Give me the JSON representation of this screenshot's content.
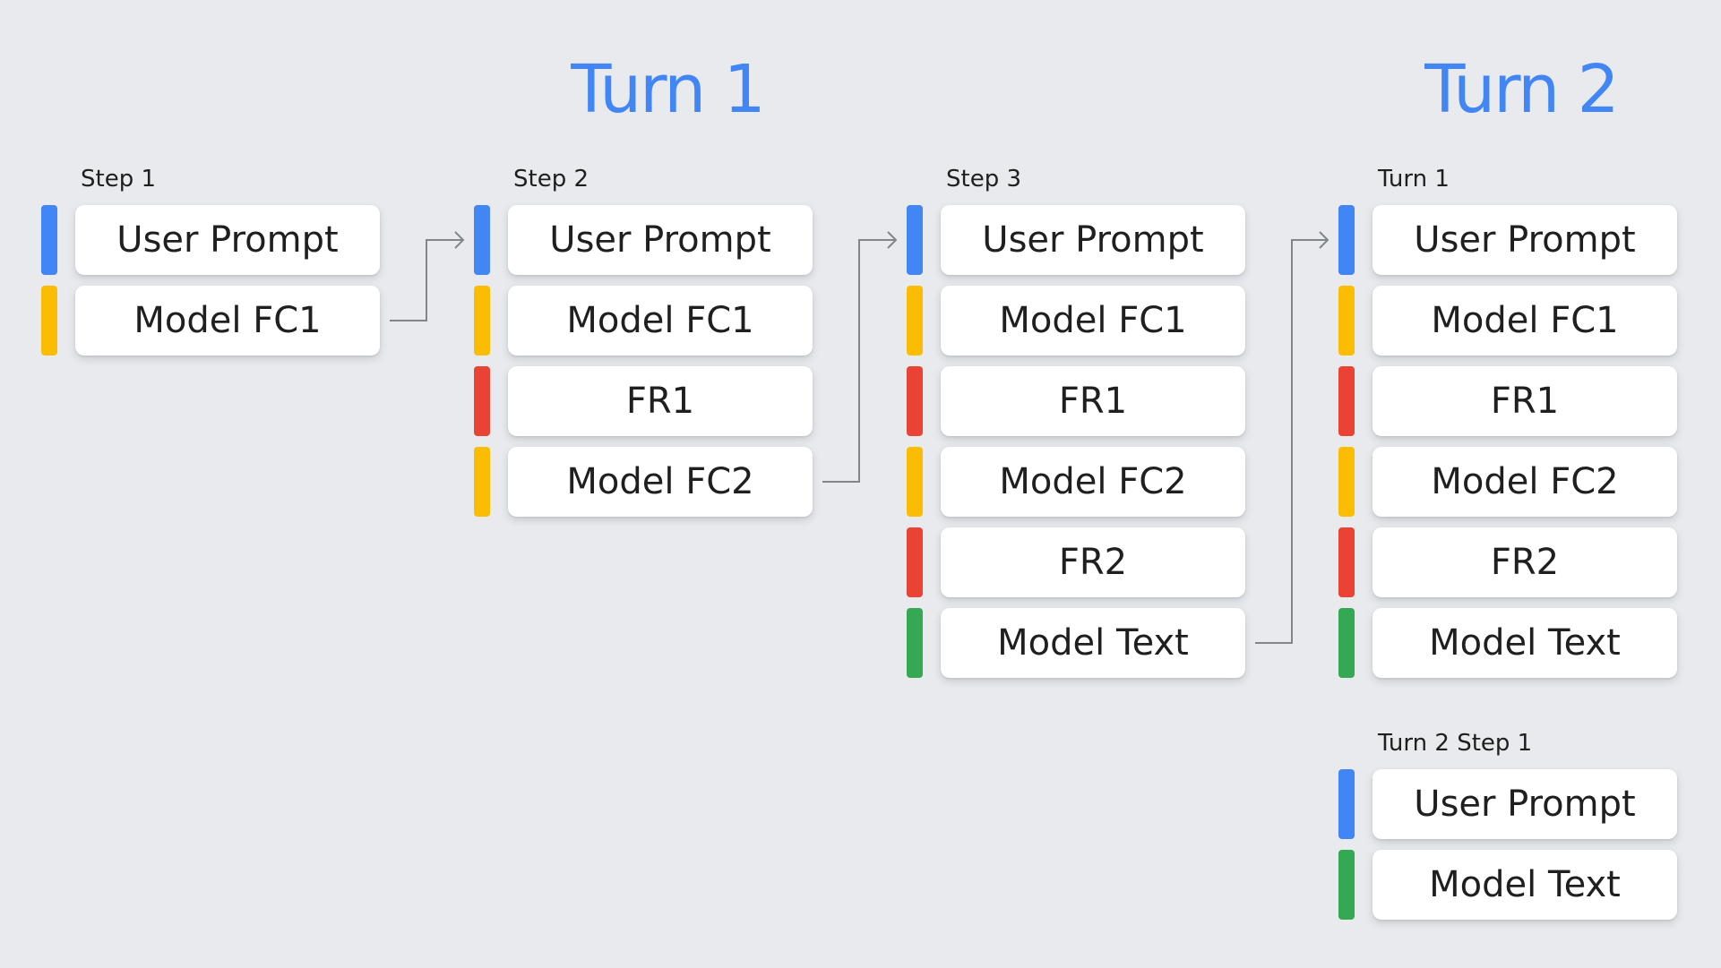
{
  "headings": {
    "turn1": "Turn 1",
    "turn2": "Turn 2"
  },
  "colors": {
    "user": "#4285f4",
    "model_fc": "#fbbc04",
    "fr": "#ea4335",
    "model_text": "#34a853",
    "connector": "#80868b"
  },
  "columns": [
    {
      "label": "Step 1",
      "items": [
        {
          "text": "User Prompt",
          "kind": "user"
        },
        {
          "text": "Model FC1",
          "kind": "model_fc"
        }
      ]
    },
    {
      "label": "Step 2",
      "items": [
        {
          "text": "User Prompt",
          "kind": "user"
        },
        {
          "text": "Model FC1",
          "kind": "model_fc"
        },
        {
          "text": "FR1",
          "kind": "fr"
        },
        {
          "text": "Model FC2",
          "kind": "model_fc"
        }
      ]
    },
    {
      "label": "Step 3",
      "items": [
        {
          "text": "User Prompt",
          "kind": "user"
        },
        {
          "text": "Model FC1",
          "kind": "model_fc"
        },
        {
          "text": "FR1",
          "kind": "fr"
        },
        {
          "text": "Model FC2",
          "kind": "model_fc"
        },
        {
          "text": "FR2",
          "kind": "fr"
        },
        {
          "text": "Model Text",
          "kind": "model_text"
        }
      ]
    },
    {
      "label": "Turn 1",
      "items": [
        {
          "text": "User Prompt",
          "kind": "user"
        },
        {
          "text": "Model FC1",
          "kind": "model_fc"
        },
        {
          "text": "FR1",
          "kind": "fr"
        },
        {
          "text": "Model FC2",
          "kind": "model_fc"
        },
        {
          "text": "FR2",
          "kind": "fr"
        },
        {
          "text": "Model Text",
          "kind": "model_text"
        }
      ]
    },
    {
      "label": "Turn 2 Step 1",
      "items": [
        {
          "text": "User Prompt",
          "kind": "user"
        },
        {
          "text": "Model Text",
          "kind": "model_text"
        }
      ]
    }
  ]
}
